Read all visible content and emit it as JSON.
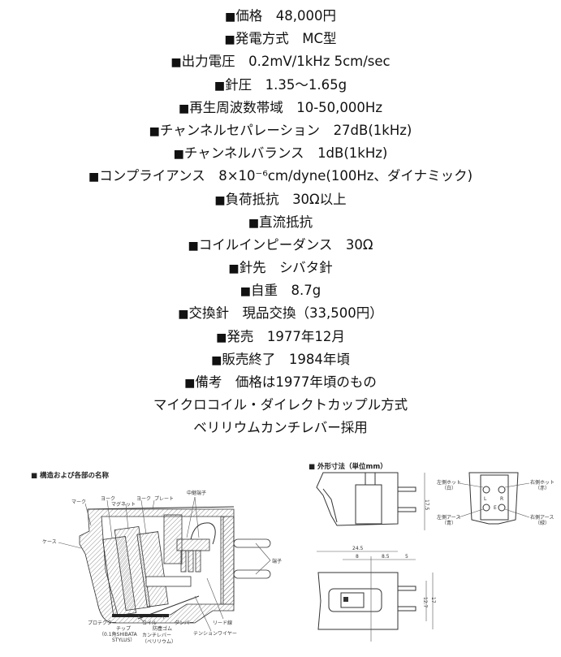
{
  "specs": [
    {
      "label": "価格",
      "value": "48,000円"
    },
    {
      "label": "発電方式",
      "value": "MC型"
    },
    {
      "label": "出力電圧",
      "value": "0.2mV/1kHz 5cm/sec"
    },
    {
      "label": "針圧",
      "value": "1.35～1.65g"
    },
    {
      "label": "再生周波数帯域",
      "value": "10-50,000Hz"
    },
    {
      "label": "チャンネルセパレーション",
      "value": "27dB(1kHz)"
    },
    {
      "label": "チャンネルバランス",
      "value": "1dB(1kHz)"
    },
    {
      "label": "コンプライアンス",
      "value": "8×10⁻⁶cm/dyne(100Hz、ダイナミック)"
    },
    {
      "label": "負荷抵抗",
      "value": "30Ω以上"
    },
    {
      "label": "直流抵抗",
      "value": ""
    },
    {
      "label": "コイルインピーダンス",
      "value": "30Ω"
    },
    {
      "label": "針先",
      "value": "シバタ針"
    },
    {
      "label": "自重",
      "value": "8.7g"
    },
    {
      "label": "交換針",
      "value": "現品交換（33,500円）"
    },
    {
      "label": "発売",
      "value": "1977年12月"
    },
    {
      "label": "販売終了",
      "value": "1984年頃"
    },
    {
      "label": "備考",
      "value": "価格は1977年頃のもの"
    }
  ],
  "notes": [
    "マイクロコイル・ダイレクトカップル方式",
    "ベリリウムカンチレバー採用"
  ],
  "bullet": "■",
  "structure_diagram": {
    "title": "■ 構造および各部の名称",
    "labels": {
      "yoke1": "ヨーク",
      "magnet": "マグネット",
      "yoke2": "ヨーク",
      "plate": "プレート",
      "mark": "マーク",
      "case": "ケース",
      "relay_terminal": "中継端子",
      "terminal": "端子",
      "protector": "プロテクター",
      "chip": "チップ",
      "chip_detail1": "（0.1角SHIBATA",
      "chip_detail2": "STYLUS）",
      "coil": "コイル",
      "dust_rubber": "防塵ゴム",
      "damper": "ダンパー",
      "cantilever": "カンチレバー",
      "cantilever_detail": "（ベリリウム）",
      "tension_wire": "テンションワイヤー",
      "lead_wire": "リード線"
    }
  },
  "dimension_diagram": {
    "title": "■ 外形寸法（単位mm）",
    "labels": {
      "left_hot": "左側ホット",
      "left_hot_color": "（白）",
      "right_hot": "右側ホット",
      "right_hot_color": "（赤）",
      "left_earth": "左側アース",
      "left_earth_color": "（青）",
      "right_earth": "右側アース",
      "right_earth_color": "（緑）",
      "pin_l": "L",
      "pin_r": "R",
      "pin_e": "E"
    },
    "dimensions": {
      "height": "17.5",
      "length": "24.5",
      "d1": "8",
      "d2": "8.5",
      "d3": "5",
      "pin_span": "12.7",
      "width": "17"
    }
  }
}
